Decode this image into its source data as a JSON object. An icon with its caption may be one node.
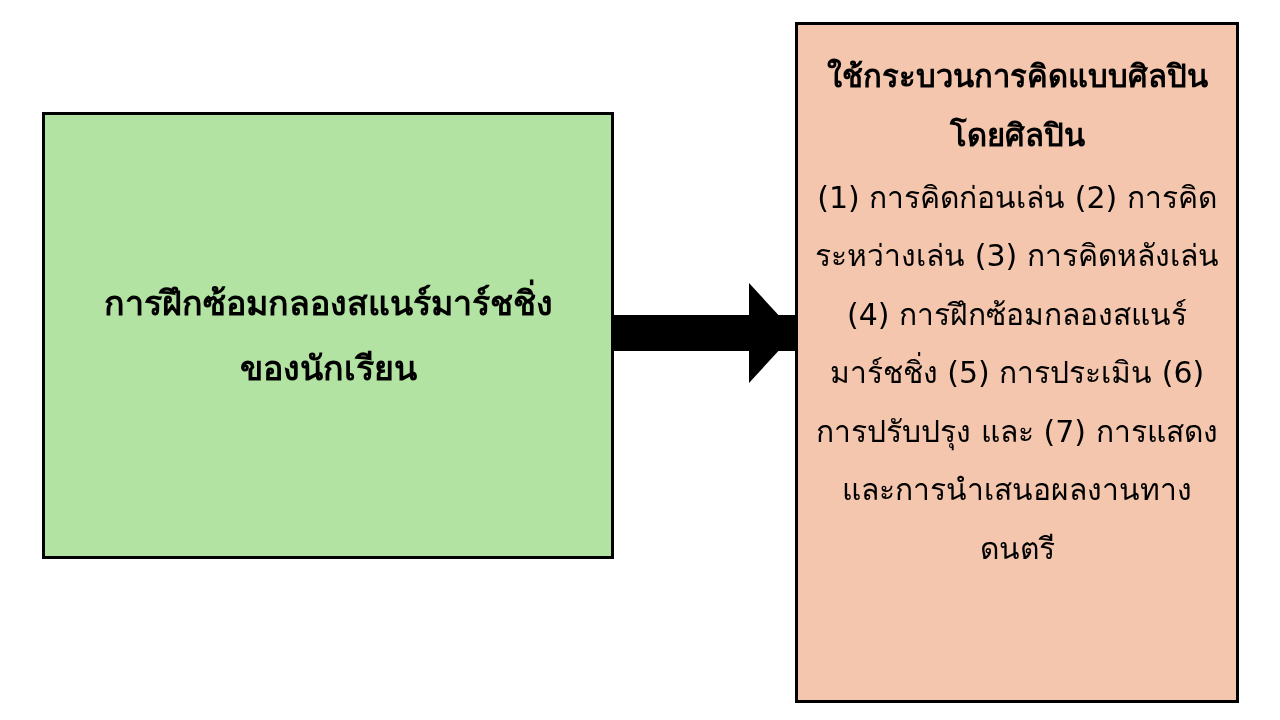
{
  "diagram": {
    "nodes": [
      {
        "text": [
          "การฝึกซ้อมกลองสแนร์มาร์ชชิ่งของนักเรียน"
        ]
      },
      {
        "text": [
          "ใช้กระบวนการคิดแบบศิลปินโดยศิลปิน",
          "(1) การคิดก่อนเล่น (2) การคิดระหว่างเล่น (3) การคิดหลังเล่น (4) การฝึกซ้อมกลองสแนร์มาร์ชชิ่ง (5) การประเมิน (6) การปรับปรุง และ (7) การแสดงและการนำเสนอผลงานทางดนตรี"
        ]
      }
    ],
    "edges": [
      {
        "from": 0,
        "to": 1,
        "arrow": "to"
      }
    ]
  }
}
